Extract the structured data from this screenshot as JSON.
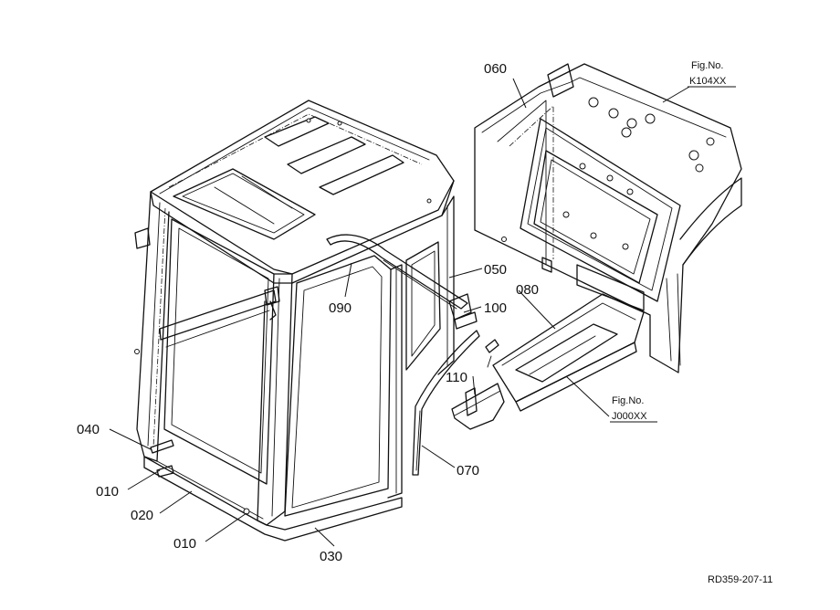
{
  "callouts": [
    {
      "id": "c060",
      "label": "060"
    },
    {
      "id": "c050",
      "label": "050"
    },
    {
      "id": "c100",
      "label": "100"
    },
    {
      "id": "c090",
      "label": "090"
    },
    {
      "id": "c080",
      "label": "080"
    },
    {
      "id": "c110",
      "label": "110"
    },
    {
      "id": "c070",
      "label": "070"
    },
    {
      "id": "c040",
      "label": "040"
    },
    {
      "id": "c010a",
      "label": "010"
    },
    {
      "id": "c020",
      "label": "020"
    },
    {
      "id": "c010b",
      "label": "010"
    },
    {
      "id": "c030",
      "label": "030"
    }
  ],
  "fig_refs": [
    {
      "title": "Fig.No.",
      "code": "K104XX"
    },
    {
      "title": "Fig.No.",
      "code": "J000XX"
    }
  ],
  "drawing_number": "RD359-207-11"
}
